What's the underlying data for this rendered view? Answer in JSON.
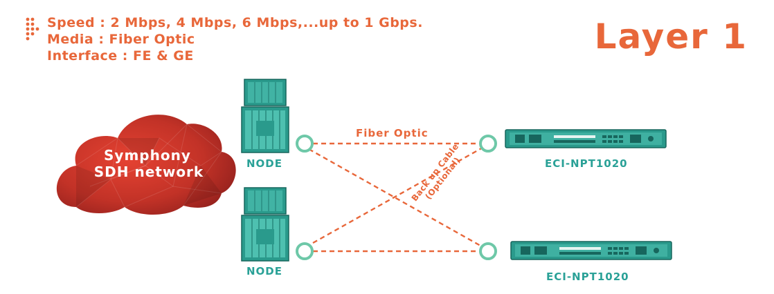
{
  "header": {
    "speed": "Speed : 2 Mbps, 4 Mbps, 6 Mbps,...up to 1 Gbps.",
    "media": "Media : Fiber Optic",
    "interface": "Interface : FE & GE",
    "title": "Layer 1"
  },
  "cloud": {
    "line1": "Symphony",
    "line2": "SDH  network"
  },
  "nodes": [
    {
      "label": "NODE"
    },
    {
      "label": "NODE"
    }
  ],
  "devices": [
    {
      "label": "ECI-NPT1020"
    },
    {
      "label": "ECI-NPT1020"
    }
  ],
  "links": {
    "primary_label": "Fiber Optic",
    "backup_label_line1": "Back up Cable",
    "backup_label_line2": "(Optional)"
  },
  "colors": {
    "accent": "#e8673a",
    "teal": "#2aa197",
    "cloud_red": "#c8302a",
    "device_teal": "#2a9a8c"
  },
  "icons": {
    "bullet": "dot-grid-icon",
    "node": "rack-node-icon",
    "device": "rack-router-icon",
    "port": "port-ring-icon",
    "cloud": "network-cloud-icon"
  }
}
